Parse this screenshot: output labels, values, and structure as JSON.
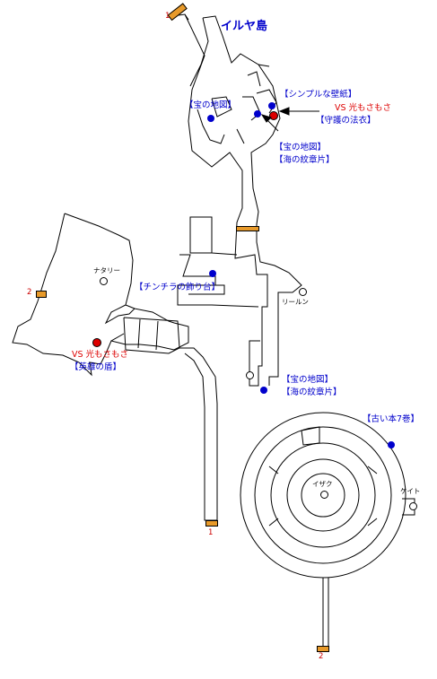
{
  "title": "イルヤ島",
  "exits": {
    "exit1": "1",
    "exit2": "2"
  },
  "treasures": {
    "map_a": "【宝の地図】",
    "simple_wallpaper": "【シンプルな壁紙】",
    "map_b": "【宝の地図】",
    "sea_emblem_b": "【海の紋章片】",
    "chinchira": "【チンチラの飾り台】",
    "map_c": "【宝の地図】",
    "sea_emblem_c": "【海の紋章片】",
    "old_book": "【古い本7巻】",
    "guard_robe": "【守護の法衣】",
    "hero_shield": "【英雄の盾】"
  },
  "bosses": {
    "boss_a": "VS 光もさもさ",
    "boss_b": "VS 光もさもさ"
  },
  "npcs": {
    "natari": "ナタリー",
    "riirun": "リールン",
    "izaku": "イザク",
    "keito": "ケイト"
  },
  "colors": {
    "treasure": "#0000cc",
    "boss": "#dd0000",
    "exit": "#e89a2a",
    "wall": "#000000"
  }
}
